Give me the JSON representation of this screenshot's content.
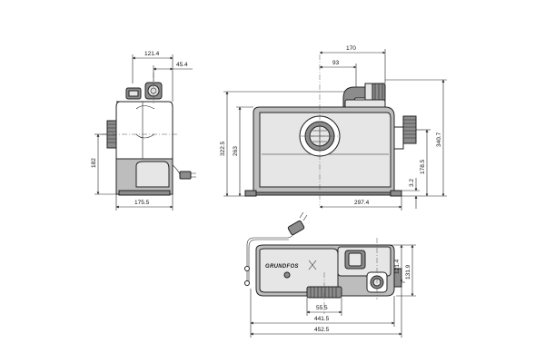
{
  "brand": {
    "logo_text": "GRUNDFOS"
  },
  "dimensions": {
    "side_top_width": "121.4",
    "side_top_offset": "45.4",
    "side_height": "182",
    "side_base_width": "175.5",
    "front_top_width": "170",
    "front_top_offset": "93",
    "front_height_total": "322.5",
    "front_height_body": "263",
    "front_height_right": "340.7",
    "front_outlet_height": "178.5",
    "front_small": "3.2",
    "front_base_width": "297.4",
    "top_height_a": "121.4",
    "top_height_b": "131.9",
    "top_inlet_width": "55.5",
    "top_width_a": "441.5",
    "top_width_b": "452.5"
  }
}
